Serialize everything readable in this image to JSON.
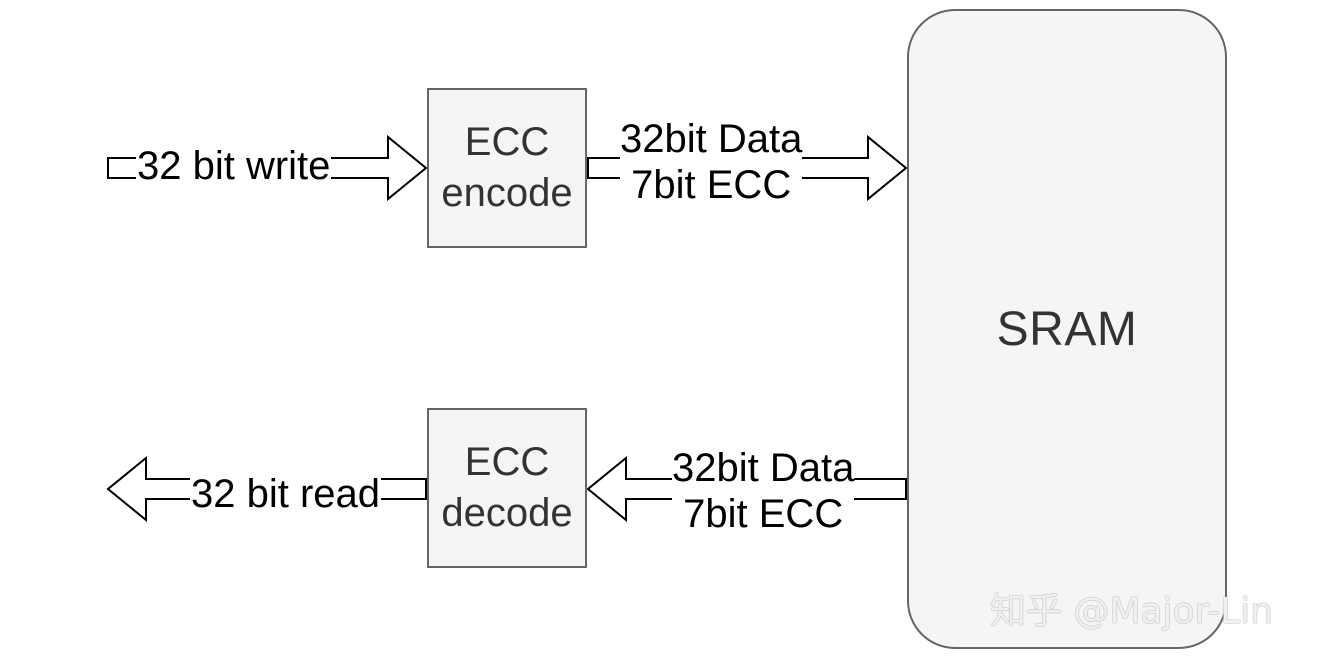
{
  "blocks": {
    "encode": {
      "line1": "ECC",
      "line2": "encode"
    },
    "decode": {
      "line1": "ECC",
      "line2": "decode"
    },
    "sram": {
      "label": "SRAM"
    }
  },
  "edges": {
    "write": {
      "label": "32 bit write"
    },
    "read": {
      "label": "32 bit read"
    },
    "encode_to_sram": {
      "line1": "32bit Data",
      "line2": "7bit ECC"
    },
    "sram_to_decode": {
      "line1": "32bit Data",
      "line2": "7bit ECC"
    }
  },
  "watermark": {
    "text": "知乎 @Major-Lin"
  },
  "colors": {
    "block_fill": "#f5f5f5",
    "block_stroke": "#666666",
    "arrow_stroke": "#000000",
    "arrow_fill": "#ffffff"
  }
}
